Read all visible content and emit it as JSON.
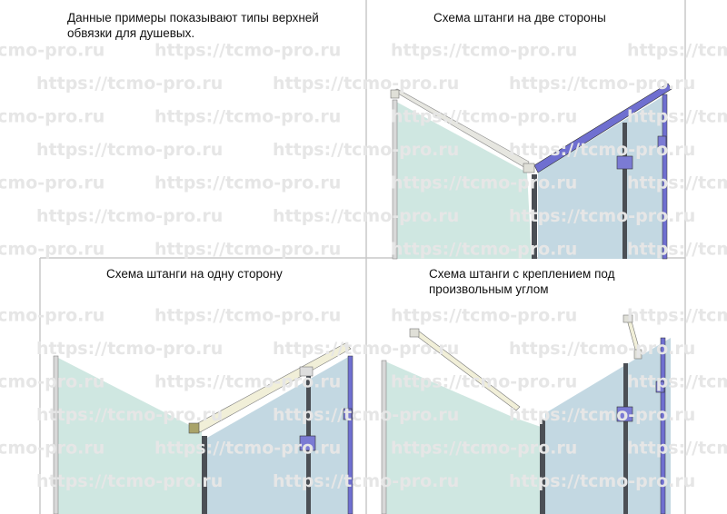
{
  "watermark": "https://tcmo-pro.ru",
  "intro": {
    "line1": "Данные примеры показывают типы верхней",
    "line2": "обвязки для душевых."
  },
  "panels": {
    "two_sides": {
      "title": "Схема штанги на две стороны"
    },
    "one_side": {
      "title": "Схема штанги на одну сторону"
    },
    "arbitrary_angle": {
      "line1": "Схема штанги с креплением под",
      "line2": "произвольным углом"
    }
  },
  "colors": {
    "glass_green": "#cfe7e1",
    "glass_blue": "#c3d8e2",
    "rail_blue": "#6f6fd0",
    "rail_light": "#e4e4dc",
    "post_dark": "#4b4f55",
    "border": "#c8c8c8"
  }
}
